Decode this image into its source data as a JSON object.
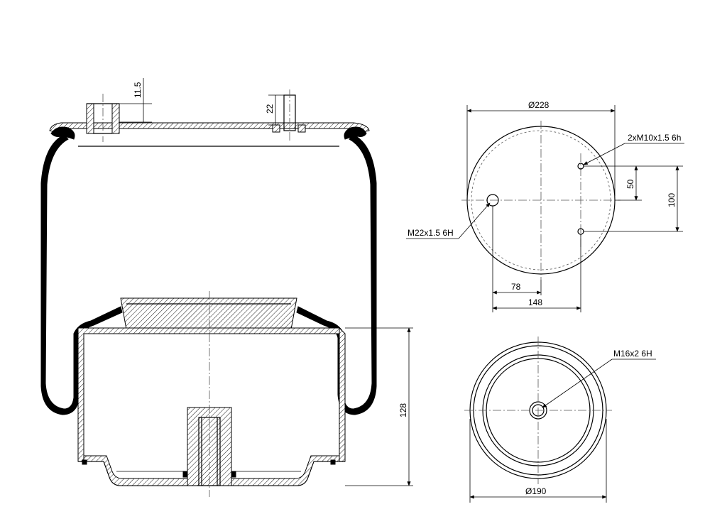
{
  "labels": {
    "dim_11_5": "11.5",
    "dim_22": "22",
    "dim_128": "128",
    "dia_228": "Ø228",
    "thread_2xm10": "2xM10x1.5 6h",
    "dim_50": "50",
    "dim_100": "100",
    "thread_m22": "M22x1.5 6H",
    "dim_78": "78",
    "dim_148": "148",
    "thread_m16": "M16x2 6H",
    "dia_190": "Ø190"
  }
}
